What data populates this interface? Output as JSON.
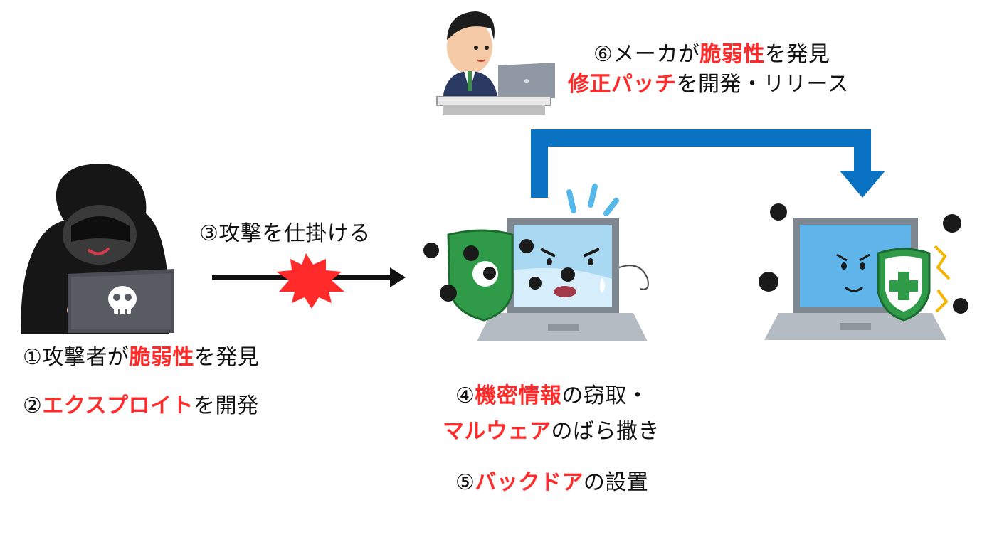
{
  "colors": {
    "accent_red": "#ff2a2a",
    "arrow_blue": "#0a72c2",
    "text": "#111111",
    "shield_green": "#2f9a47",
    "laptop_gray": "#9aa2aa",
    "screen_blue": "#9fd0f0"
  },
  "icons": [
    "hacker-illustration",
    "skull-icon",
    "developer-illustration",
    "attack-burst-icon",
    "infected-laptop-illustration",
    "protected-laptop-illustration",
    "malware-virus-icon",
    "shield-icon"
  ],
  "maker": {
    "line1": {
      "a": "⑥メーカが",
      "b": "脆弱性",
      "c": "を発見"
    },
    "line2": {
      "a": "修正パッチ",
      "b": "を開発・リリース"
    }
  },
  "attack_label": "③攻撃を仕掛ける",
  "hacker": {
    "step1": {
      "a": "①攻撃者が",
      "b": "脆弱性",
      "c": "を発見"
    },
    "step2": {
      "a": "②",
      "b": "エクスプロイト",
      "c": "を開発"
    }
  },
  "victim": {
    "step4_line1": {
      "a": "④",
      "b": "機密情報",
      "c": "の窃取・"
    },
    "step4_line2": {
      "a": "マルウェア",
      "b": "のばら撒き"
    },
    "step5": {
      "a": "⑤",
      "b": "バックドア",
      "c": "の設置"
    }
  }
}
